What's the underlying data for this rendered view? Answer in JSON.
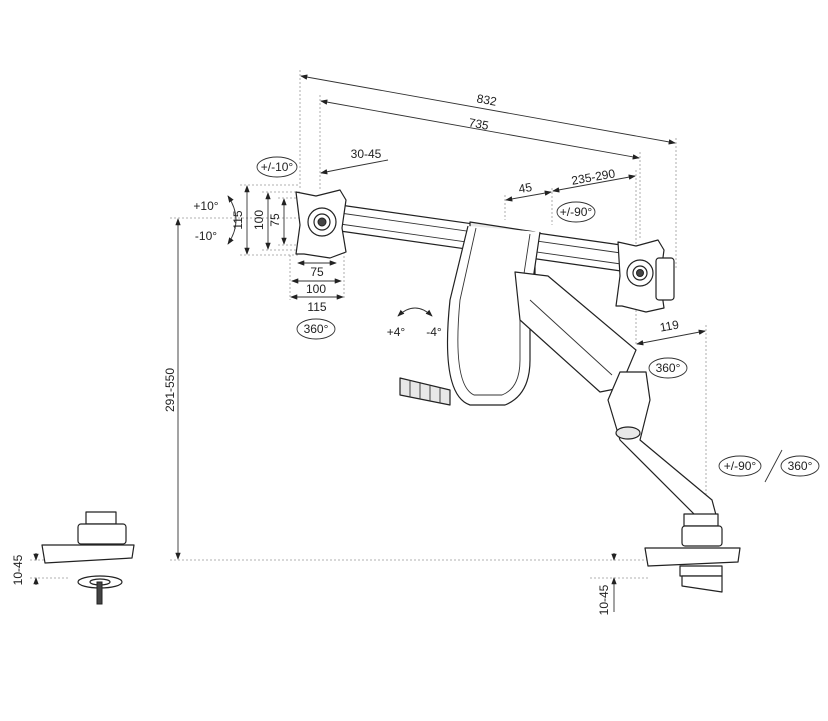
{
  "diagram": {
    "title": "Dual monitor arm dimension drawing",
    "dimensions": {
      "overall_width": "832",
      "vesa_span": "735",
      "plate_offset": "30-45",
      "center_offset": "45",
      "arm_reach": "235-290",
      "pole_offset": "119",
      "height_range": "291-550",
      "desk_thickness_left": "10-45",
      "desk_thickness_right": "10-45",
      "vesa_vertical": [
        "115",
        "100",
        "75"
      ],
      "vesa_horizontal": [
        "75",
        "100",
        "115"
      ]
    },
    "rotations": {
      "plate_tilt": "+/-10°",
      "tilt_up": "+10°",
      "tilt_down": "-10°",
      "plate_rotate": "360°",
      "arm_swivel": "+/-90°",
      "bar_tilt_up": "+4°",
      "bar_tilt_down": "-4°",
      "joint_rotate": "360°",
      "base_swivel": "+/-90°",
      "base_rotate": "360°"
    }
  }
}
